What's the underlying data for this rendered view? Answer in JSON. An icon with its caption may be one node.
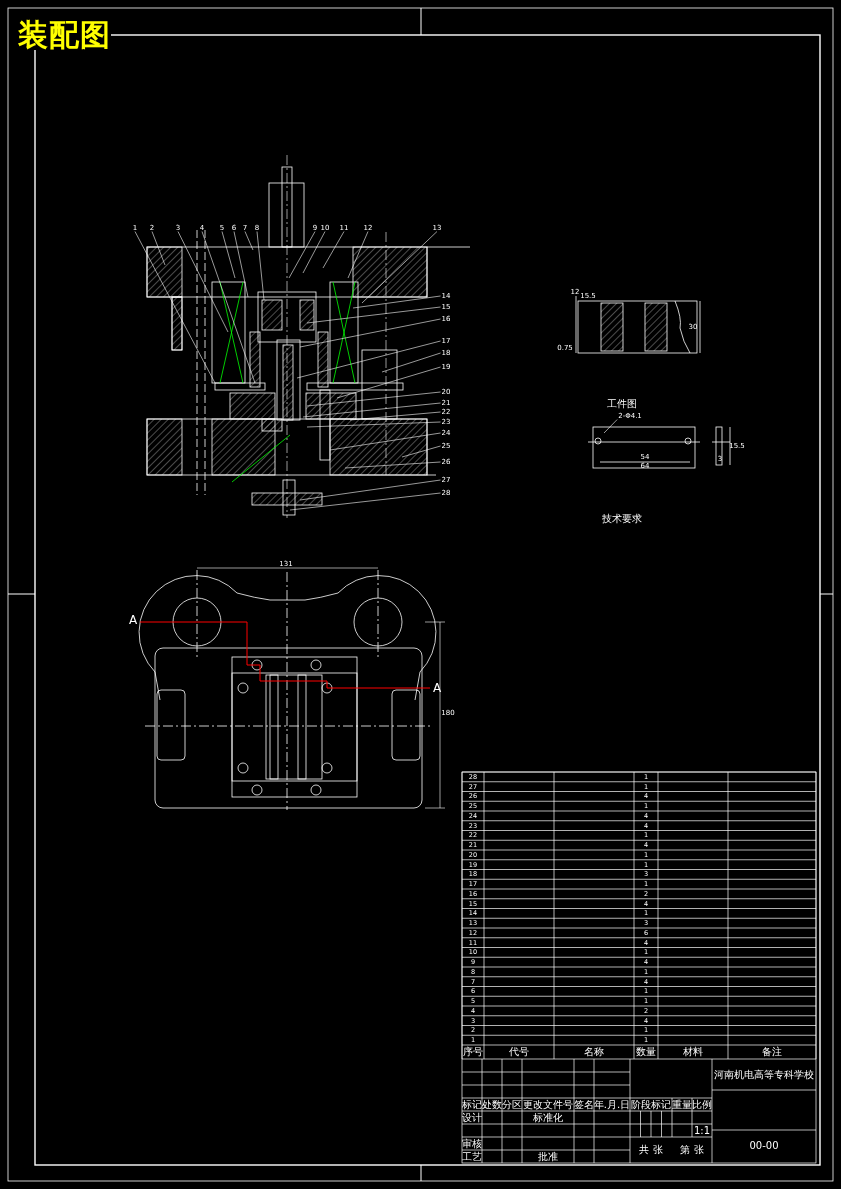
{
  "diagram": {
    "title": "装配图",
    "nodes": [
      {
        "text": [
          "1"
        ]
      },
      {
        "text": [
          "2"
        ]
      },
      {
        "text": [
          "3"
        ]
      },
      {
        "text": [
          "4"
        ]
      },
      {
        "text": [
          "5"
        ]
      },
      {
        "text": [
          "6"
        ]
      },
      {
        "text": [
          "7"
        ]
      },
      {
        "text": [
          "8"
        ]
      },
      {
        "text": [
          "9"
        ]
      },
      {
        "text": [
          "10"
        ]
      },
      {
        "text": [
          "11"
        ]
      },
      {
        "text": [
          "12"
        ]
      },
      {
        "text": [
          "13"
        ]
      },
      {
        "text": [
          "14"
        ]
      },
      {
        "text": [
          "15"
        ]
      },
      {
        "text": [
          "16"
        ]
      },
      {
        "text": [
          "17"
        ]
      },
      {
        "text": [
          "18"
        ]
      },
      {
        "text": [
          "19"
        ]
      },
      {
        "text": [
          "20"
        ]
      },
      {
        "text": [
          "21"
        ]
      },
      {
        "text": [
          "22"
        ]
      },
      {
        "text": [
          "23"
        ]
      },
      {
        "text": [
          "24"
        ]
      },
      {
        "text": [
          "25"
        ]
      },
      {
        "text": [
          "26"
        ]
      },
      {
        "text": [
          "27"
        ]
      },
      {
        "text": [
          "28"
        ]
      },
      {
        "text": [
          "2-Φ4.1"
        ]
      }
    ],
    "edges": [
      {
        "from": 0,
        "to": null,
        "arrow": "none"
      },
      {
        "from": 1,
        "to": null,
        "arrow": "none"
      },
      {
        "from": 2,
        "to": null,
        "arrow": "none"
      },
      {
        "from": 3,
        "to": null,
        "arrow": "none"
      },
      {
        "from": 4,
        "to": null,
        "arrow": "none"
      },
      {
        "from": 5,
        "to": null,
        "arrow": "none"
      },
      {
        "from": 6,
        "to": null,
        "arrow": "none"
      },
      {
        "from": 7,
        "to": null,
        "arrow": "none"
      },
      {
        "from": 8,
        "to": null,
        "arrow": "none"
      },
      {
        "from": 9,
        "to": null,
        "arrow": "none"
      },
      {
        "from": 10,
        "to": null,
        "arrow": "none"
      },
      {
        "from": 11,
        "to": null,
        "arrow": "none"
      },
      {
        "from": 12,
        "to": null,
        "arrow": "none"
      },
      {
        "from": 13,
        "to": null,
        "arrow": "none"
      },
      {
        "from": 14,
        "to": null,
        "arrow": "none"
      },
      {
        "from": 15,
        "to": null,
        "arrow": "none"
      },
      {
        "from": 16,
        "to": null,
        "arrow": "none"
      },
      {
        "from": 17,
        "to": null,
        "arrow": "none"
      },
      {
        "from": 18,
        "to": null,
        "arrow": "none"
      },
      {
        "from": 19,
        "to": null,
        "arrow": "none"
      },
      {
        "from": 20,
        "to": null,
        "arrow": "none"
      },
      {
        "from": 21,
        "to": null,
        "arrow": "none"
      },
      {
        "from": 22,
        "to": null,
        "arrow": "none"
      },
      {
        "from": 23,
        "to": null,
        "arrow": "none"
      },
      {
        "from": 24,
        "to": null,
        "arrow": "none"
      },
      {
        "from": 25,
        "to": null,
        "arrow": "none"
      },
      {
        "from": 26,
        "to": null,
        "arrow": "none"
      },
      {
        "from": 27,
        "to": null,
        "arrow": "none"
      },
      {
        "from": 28,
        "to": null,
        "arrow": "none"
      }
    ],
    "labels": [
      "12",
      "15.5",
      "30",
      "0.75",
      "工件图",
      "54",
      "64",
      "15.5",
      "3",
      "技术要求",
      "131",
      "180",
      "A",
      "A",
      "28",
      "1",
      "27",
      "1",
      "26",
      "4",
      "25",
      "1",
      "24",
      "4",
      "23",
      "4",
      "22",
      "1",
      "21",
      "4",
      "20",
      "1",
      "19",
      "1",
      "18",
      "3",
      "17",
      "1",
      "16",
      "2",
      "15",
      "4",
      "14",
      "1",
      "13",
      "3",
      "12",
      "6",
      "11",
      "4",
      "10",
      "1",
      "9",
      "4",
      "8",
      "1",
      "7",
      "4",
      "6",
      "1",
      "5",
      "1",
      "4",
      "2",
      "3",
      "4",
      "2",
      "1",
      "1",
      "1",
      "序号",
      "代号",
      "名称",
      "数量",
      "材料",
      "备注",
      "标记",
      "处数",
      "分区",
      "更改文件号",
      "签名",
      "年.月.日",
      "设计",
      "标准化",
      "审核",
      "工艺",
      "批准",
      "阶段标记",
      "重量",
      "比例",
      "1:1",
      "共 张",
      "第 张",
      "河南机电高等专科学校",
      "00-00"
    ]
  }
}
